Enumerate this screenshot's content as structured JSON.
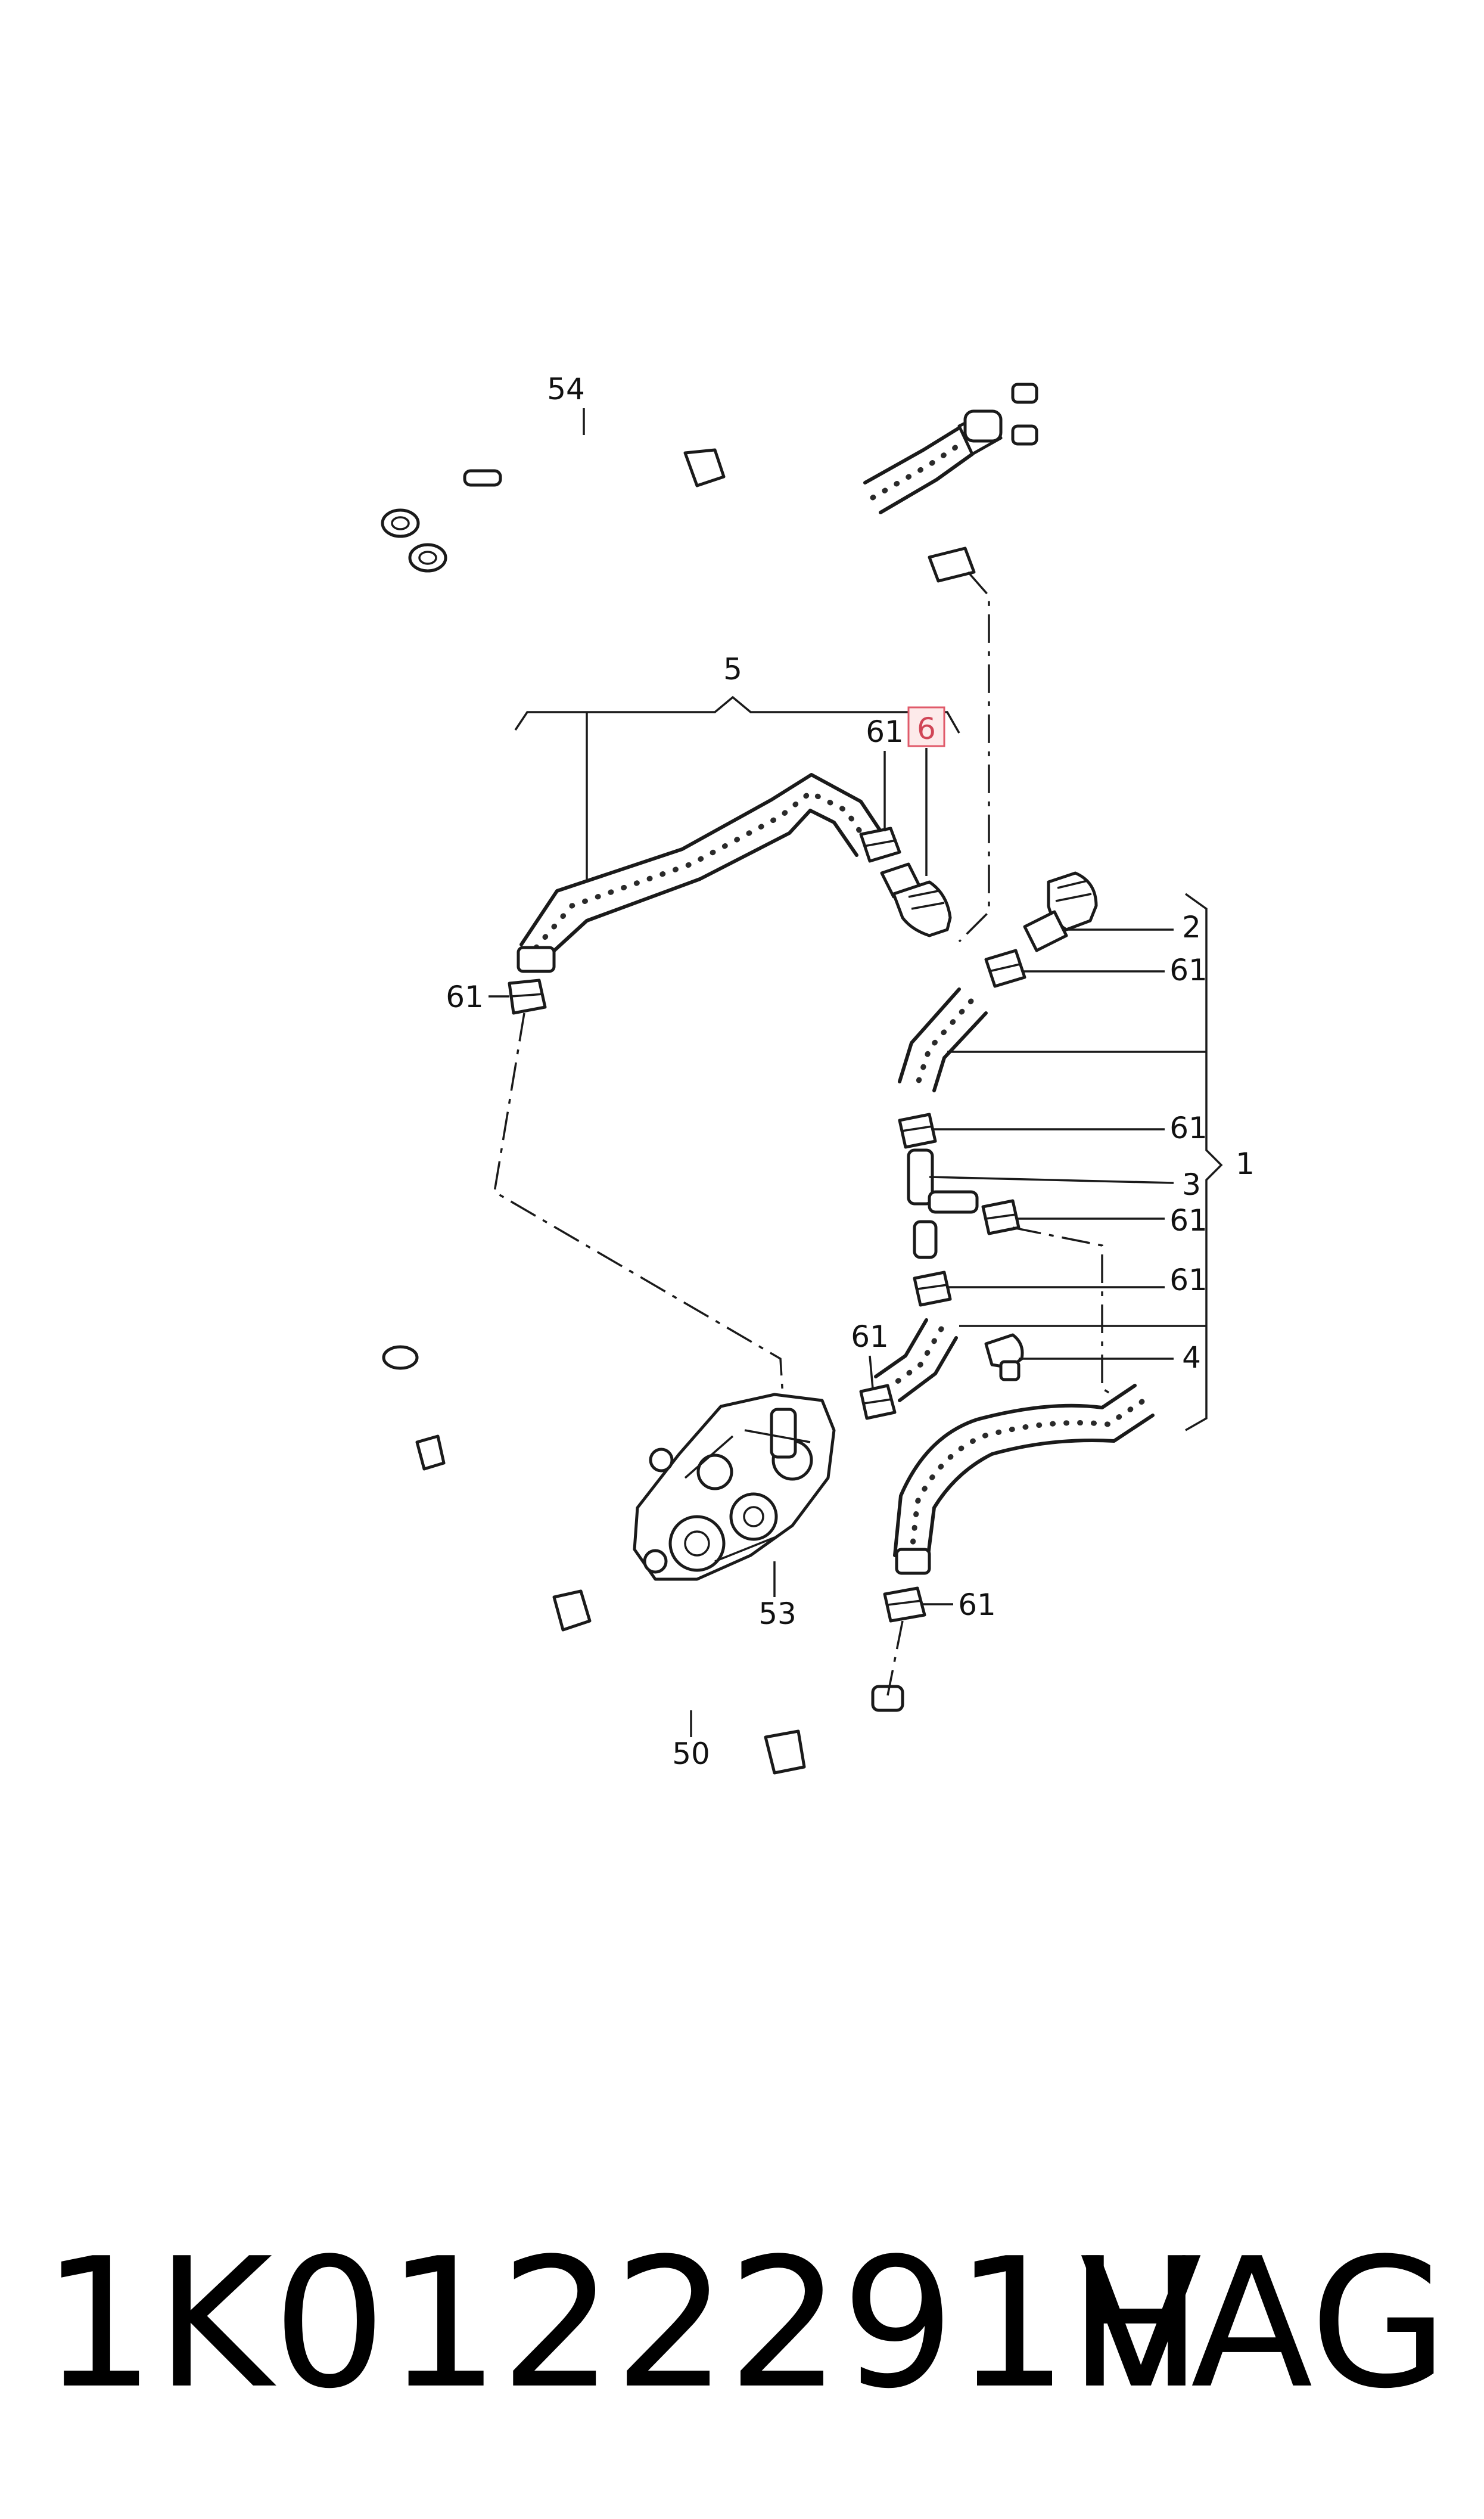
{
  "diagram": {
    "callouts": {
      "c54": "54",
      "c5": "5",
      "c61_top": "61",
      "c6": "6",
      "c2": "2",
      "c61_r1": "61",
      "c61_left": "61",
      "c61_r2": "61",
      "c3": "3",
      "c1": "1",
      "c61_r3": "61",
      "c61_r4": "61",
      "c61_mid": "61",
      "c4": "4",
      "c53": "53",
      "c61_low": "61",
      "c50": "50"
    },
    "highlight_color": "#e05a6a"
  },
  "footer": {
    "part_number": "1K0122291H",
    "brand": "VAG"
  }
}
